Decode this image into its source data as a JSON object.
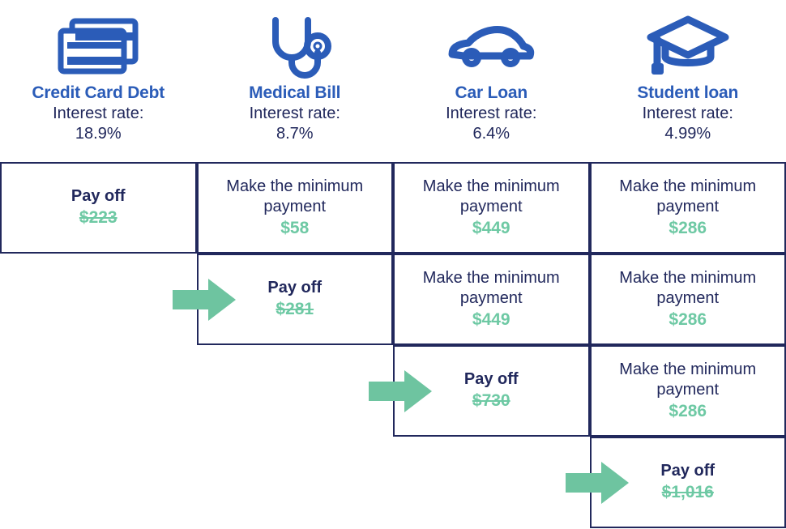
{
  "debts": [
    {
      "icon": "credit-card-icon",
      "title": "Credit Card Debt",
      "rate_label": "Interest rate:",
      "rate_value": "18.9%"
    },
    {
      "icon": "stethoscope-icon",
      "title": "Medical Bill",
      "rate_label": "Interest rate:",
      "rate_value": "8.7%"
    },
    {
      "icon": "car-icon",
      "title": "Car Loan",
      "rate_label": "Interest rate:",
      "rate_value": "6.4%"
    },
    {
      "icon": "graduation-cap-icon",
      "title": "Student loan",
      "rate_label": "Interest rate:",
      "rate_value": "4.99%"
    }
  ],
  "rows": [
    {
      "cells": [
        {
          "col": 0,
          "action": "Pay off",
          "amount": "$223",
          "type": "payoff",
          "struck": true
        },
        {
          "col": 1,
          "action": "Make the minimum payment",
          "amount": "$58",
          "type": "minimum",
          "struck": false
        },
        {
          "col": 2,
          "action": "Make the minimum payment",
          "amount": "$449",
          "type": "minimum",
          "struck": false
        },
        {
          "col": 3,
          "action": "Make the minimum payment",
          "amount": "$286",
          "type": "minimum",
          "struck": false
        }
      ],
      "arrow": null
    },
    {
      "cells": [
        {
          "col": 1,
          "action": "Pay off",
          "amount": "$281",
          "type": "payoff",
          "struck": true
        },
        {
          "col": 2,
          "action": "Make the minimum payment",
          "amount": "$449",
          "type": "minimum",
          "struck": false
        },
        {
          "col": 3,
          "action": "Make the minimum payment",
          "amount": "$286",
          "type": "minimum",
          "struck": false
        }
      ],
      "arrow": 1
    },
    {
      "cells": [
        {
          "col": 2,
          "action": "Pay off",
          "amount": "$730",
          "type": "payoff",
          "struck": true
        },
        {
          "col": 3,
          "action": "Make the minimum payment",
          "amount": "$286",
          "type": "minimum",
          "struck": false
        }
      ],
      "arrow": 2
    },
    {
      "cells": [
        {
          "col": 3,
          "action": "Pay off",
          "amount": "$1,016",
          "type": "payoff",
          "struck": true
        }
      ],
      "arrow": 3
    }
  ],
  "colors": {
    "title_blue": "#2b5cb8",
    "navy": "#21285c",
    "green": "#6ec9a4",
    "arrow_green": "#6ec4a0",
    "icon_blue": "#2b5cb8"
  }
}
